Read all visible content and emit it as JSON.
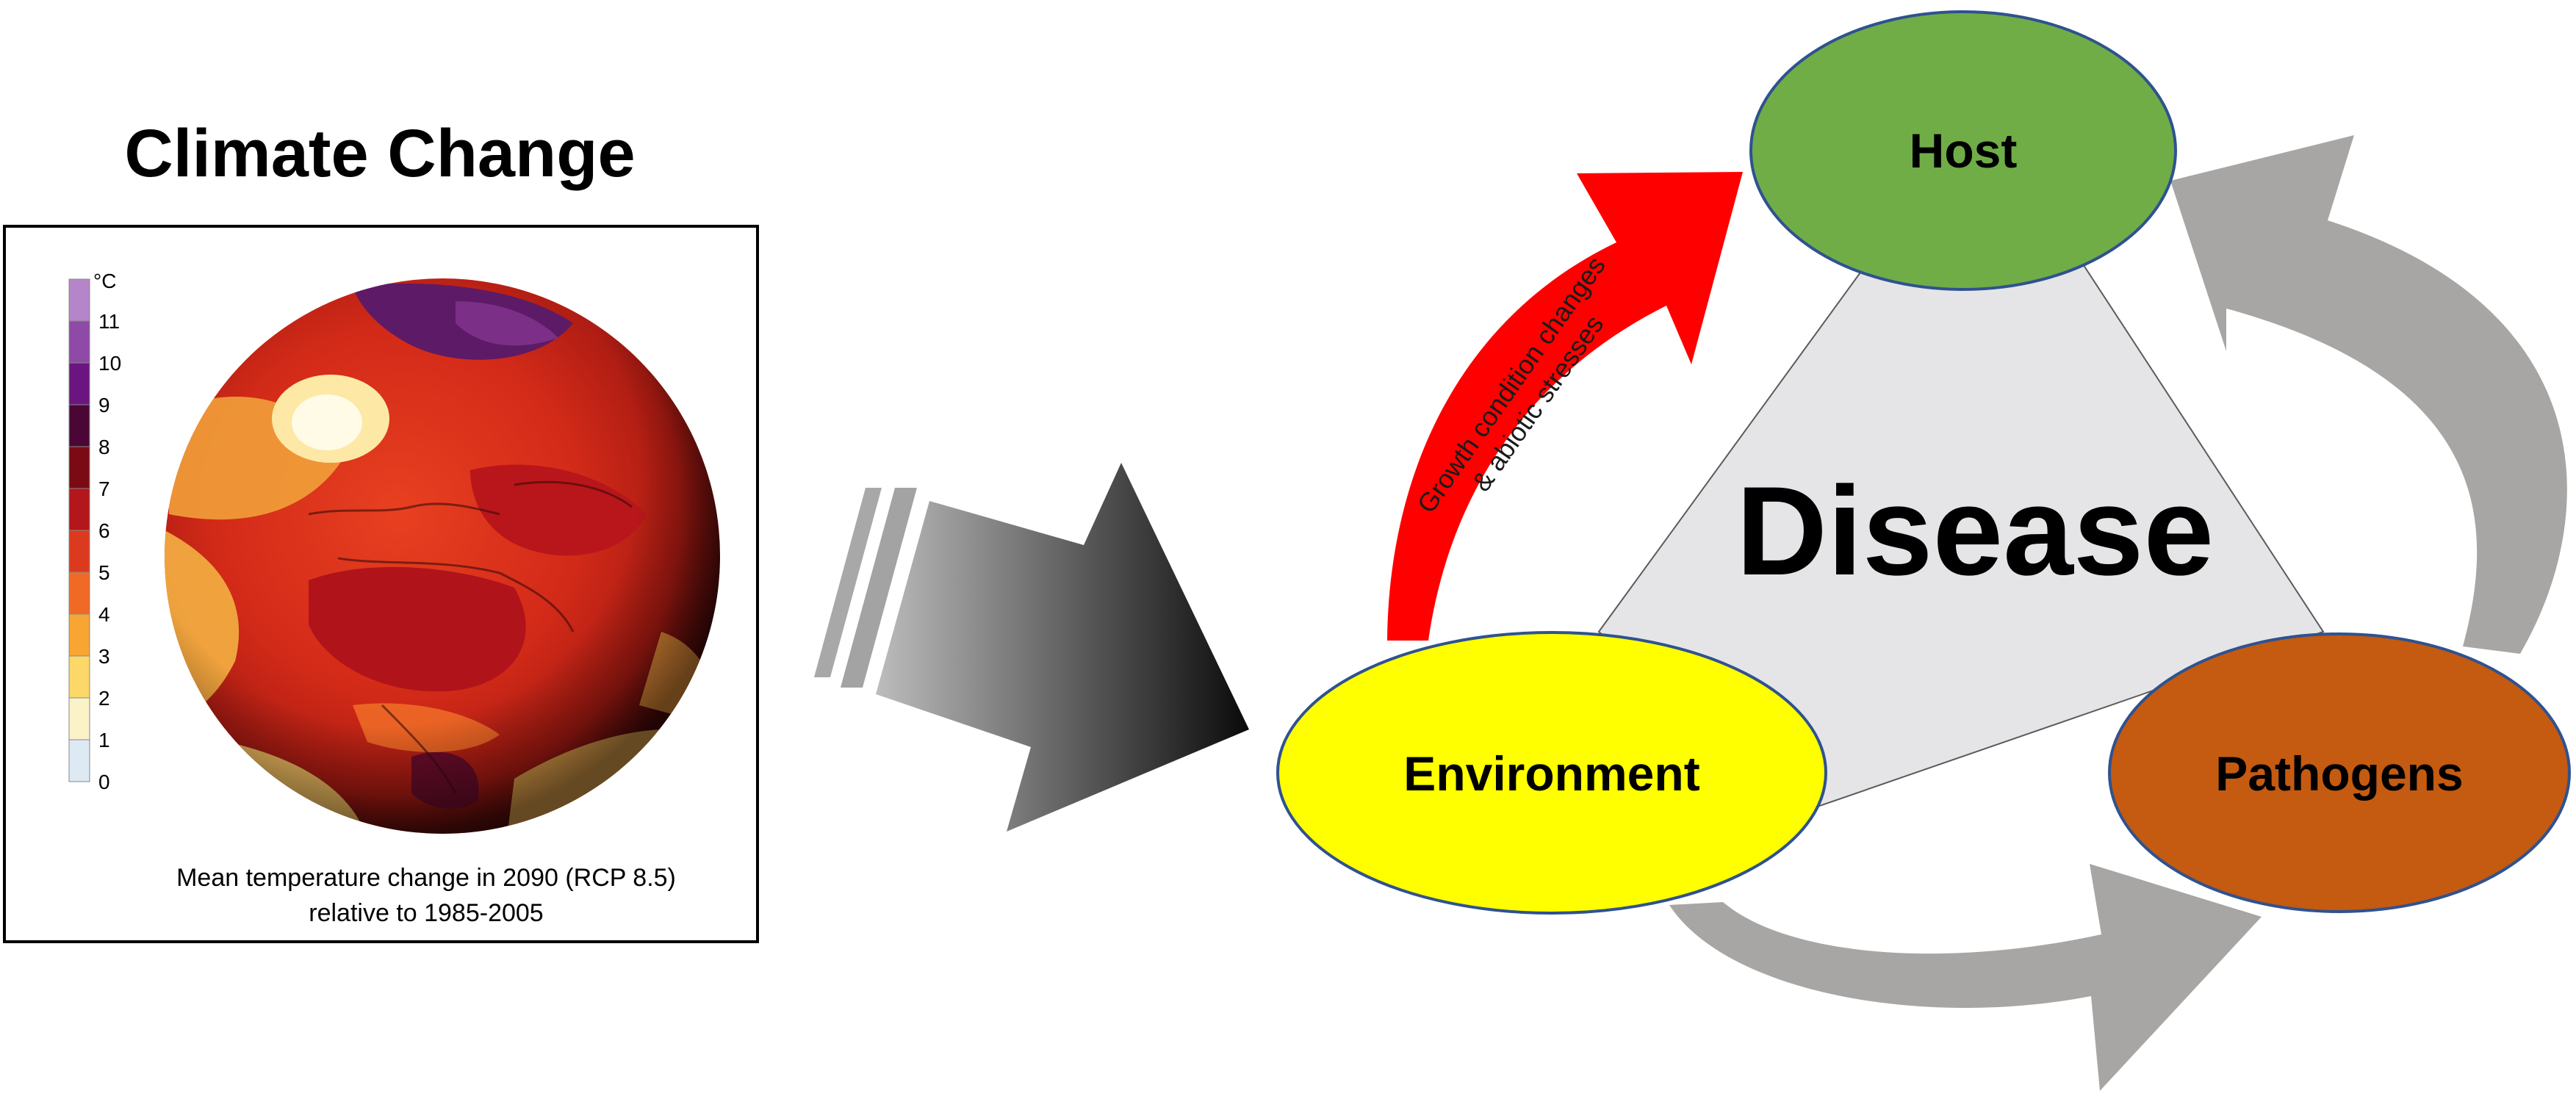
{
  "climate_panel": {
    "title": "Climate Change",
    "unit": "°C",
    "legend": [
      {
        "label": "11",
        "color": "#b585c9"
      },
      {
        "label": "10",
        "color": "#8e4aa6"
      },
      {
        "label": "9",
        "color": "#6b1680"
      },
      {
        "label": "8",
        "color": "#4a0736"
      },
      {
        "label": "7",
        "color": "#7a0a14"
      },
      {
        "label": "6",
        "color": "#b3161b"
      },
      {
        "label": "5",
        "color": "#dc3a1e"
      },
      {
        "label": "4",
        "color": "#f06a25"
      },
      {
        "label": "3",
        "color": "#f8a533"
      },
      {
        "label": "2",
        "color": "#fbd867"
      },
      {
        "label": "1",
        "color": "#fbf2c8"
      },
      {
        "label": "0",
        "color": "#dde9f3"
      }
    ],
    "caption_line1": "Mean temperature change in 2090 (RCP 8.5)",
    "caption_line2": "relative to 1985-2005"
  },
  "triangle": {
    "center_label": "Disease",
    "host_label": "Host",
    "environment_label": "Environment",
    "pathogens_label": "Pathogens",
    "red_arrow_line1": "Growth condition changes",
    "red_arrow_line2": "& abiotic stresses"
  },
  "colors": {
    "host": "#70ad47",
    "environment": "#ffff00",
    "pathogens": "#c55a11",
    "triangle_fill": "#e5e5e7",
    "ellipse_stroke": "#2f528f",
    "red_arrow": "#ff0000",
    "grey_arrow": "#a8a6a4"
  }
}
